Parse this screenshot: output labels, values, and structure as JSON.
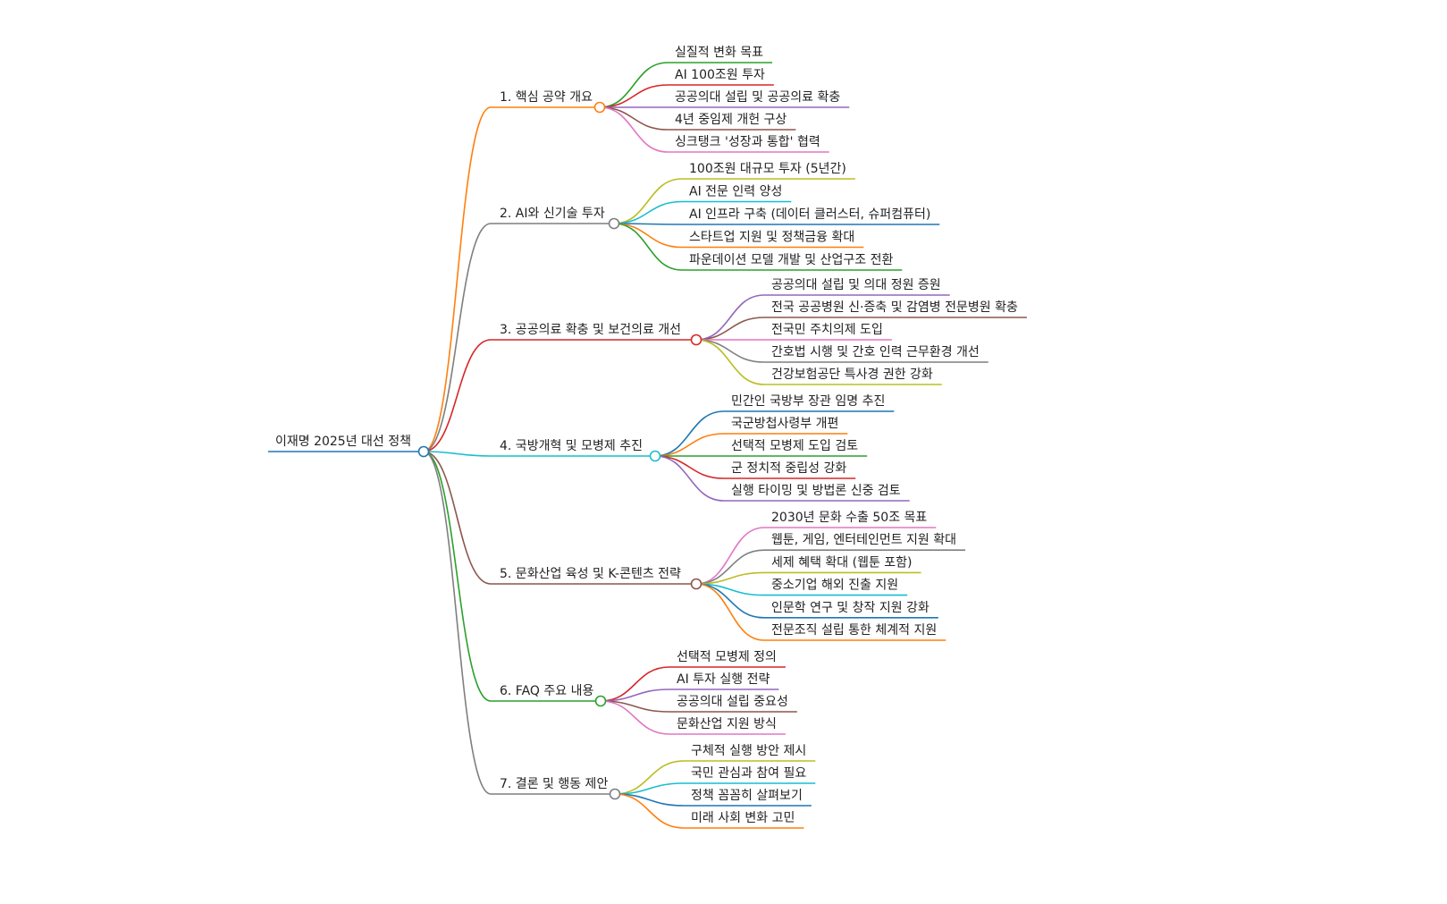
{
  "root": {
    "label": "이재명 2025년 대선 정책",
    "color": "#1f77b4"
  },
  "branches": [
    {
      "label": "1. 핵심 공약 개요",
      "color": "#ff7f0e",
      "children": [
        {
          "label": "실질적 변화 목표",
          "color": "#2ca02c"
        },
        {
          "label": "AI 100조원 투자",
          "color": "#d62728"
        },
        {
          "label": "공공의대 설립 및 공공의료 확충",
          "color": "#9467bd"
        },
        {
          "label": "4년 중임제 개헌 구상",
          "color": "#8c564b"
        },
        {
          "label": "싱크탱크 '성장과 통합' 협력",
          "color": "#e377c2"
        }
      ]
    },
    {
      "label": "2. AI와 신기술 투자",
      "color": "#7f7f7f",
      "children": [
        {
          "label": "100조원 대규모 투자 (5년간)",
          "color": "#bcbd22"
        },
        {
          "label": "AI 전문 인력 양성",
          "color": "#17becf"
        },
        {
          "label": "AI 인프라 구축 (데이터 클러스터, 슈퍼컴퓨터)",
          "color": "#1f77b4"
        },
        {
          "label": "스타트업 지원 및 정책금융 확대",
          "color": "#ff7f0e"
        },
        {
          "label": "파운데이션 모델 개발 및 산업구조 전환",
          "color": "#2ca02c"
        }
      ]
    },
    {
      "label": "3. 공공의료 확충 및 보건의료 개선",
      "color": "#d62728",
      "children": [
        {
          "label": "공공의대 설립 및 의대 정원 증원",
          "color": "#9467bd"
        },
        {
          "label": "전국 공공병원 신·증축 및 감염병 전문병원 확충",
          "color": "#8c564b"
        },
        {
          "label": "전국민 주치의제 도입",
          "color": "#e377c2"
        },
        {
          "label": "간호법 시행 및 간호 인력 근무환경 개선",
          "color": "#7f7f7f"
        },
        {
          "label": "건강보험공단 특사경 권한 강화",
          "color": "#bcbd22"
        }
      ]
    },
    {
      "label": "4. 국방개혁 및 모병제 추진",
      "color": "#17becf",
      "children": [
        {
          "label": "민간인 국방부 장관 임명 추진",
          "color": "#1f77b4"
        },
        {
          "label": "국군방첩사령부 개편",
          "color": "#ff7f0e"
        },
        {
          "label": "선택적 모병제 도입 검토",
          "color": "#2ca02c"
        },
        {
          "label": "군 정치적 중립성 강화",
          "color": "#d62728"
        },
        {
          "label": "실행 타이밍 및 방법론 신중 검토",
          "color": "#9467bd"
        }
      ]
    },
    {
      "label": "5. 문화산업 육성 및 K-콘텐츠 전략",
      "color": "#8c564b",
      "children": [
        {
          "label": "2030년 문화 수출 50조 목표",
          "color": "#e377c2"
        },
        {
          "label": "웹툰, 게임, 엔터테인먼트 지원 확대",
          "color": "#7f7f7f"
        },
        {
          "label": "세제 혜택 확대 (웹툰 포함)",
          "color": "#bcbd22"
        },
        {
          "label": "중소기업 해외 진출 지원",
          "color": "#17becf"
        },
        {
          "label": "인문학 연구 및 창작 지원 강화",
          "color": "#1f77b4"
        },
        {
          "label": "전문조직 설립 통한 체계적 지원",
          "color": "#ff7f0e"
        }
      ]
    },
    {
      "label": "6. FAQ 주요 내용",
      "color": "#2ca02c",
      "children": [
        {
          "label": "선택적 모병제 정의",
          "color": "#d62728"
        },
        {
          "label": "AI 투자 실행 전략",
          "color": "#9467bd"
        },
        {
          "label": "공공의대 설립 중요성",
          "color": "#8c564b"
        },
        {
          "label": "문화산업 지원 방식",
          "color": "#e377c2"
        }
      ]
    },
    {
      "label": "7. 결론 및 행동 제안",
      "color": "#7f7f7f",
      "children": [
        {
          "label": "구체적 실행 방안 제시",
          "color": "#bcbd22"
        },
        {
          "label": "국민 관심과 참여 필요",
          "color": "#17becf"
        },
        {
          "label": "정책 꼼꼼히 살펴보기",
          "color": "#1f77b4"
        },
        {
          "label": "미래 사회 변화 고민",
          "color": "#ff7f0e"
        }
      ]
    }
  ]
}
